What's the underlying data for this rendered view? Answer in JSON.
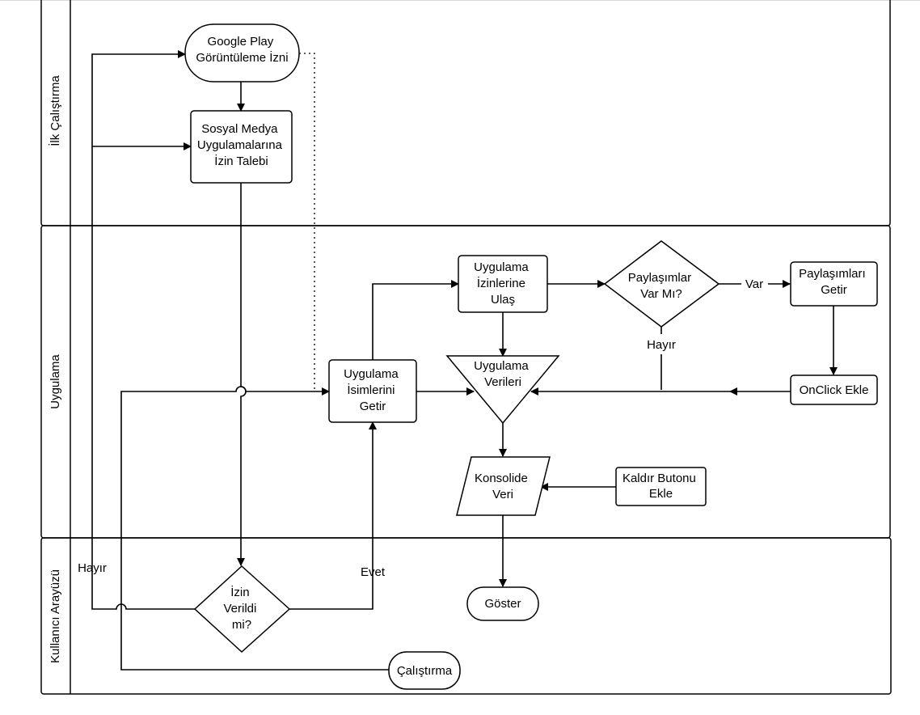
{
  "lanes": {
    "first_run": "İlk Çalıştırma",
    "application": "Uygulama",
    "user_interface": "Kullanıcı Arayüzü"
  },
  "nodes": {
    "google_play": [
      "Google Play",
      "Görüntüleme İzni"
    ],
    "social_media": [
      "Sosyal Medya",
      "Uygulamalarına",
      "İzin Talebi"
    ],
    "app_names": [
      "Uygulama",
      "İsimlerini",
      "Getir"
    ],
    "app_permissions": [
      "Uygulama",
      "İzinlerine",
      "Ulaş"
    ],
    "shares_exist": [
      "Paylaşımlar",
      "Var Mı?"
    ],
    "get_shares": [
      "Paylaşımları",
      "Getir"
    ],
    "app_data": [
      "Uygulama",
      "Verileri"
    ],
    "onclick_add": [
      "OnClick Ekle"
    ],
    "console_data": [
      "Konsolide",
      "Veri"
    ],
    "remove_button": [
      "Kaldır Butonu",
      "Ekle"
    ],
    "permission_given": [
      "İzin",
      "Verildi",
      "mi?"
    ],
    "show": [
      "Göster"
    ],
    "run": [
      "Çalıştırma"
    ]
  },
  "edge_labels": {
    "var": "Var",
    "hayir_shares": "Hayır",
    "hayir_permission": "Hayır",
    "evet": "Evet"
  }
}
